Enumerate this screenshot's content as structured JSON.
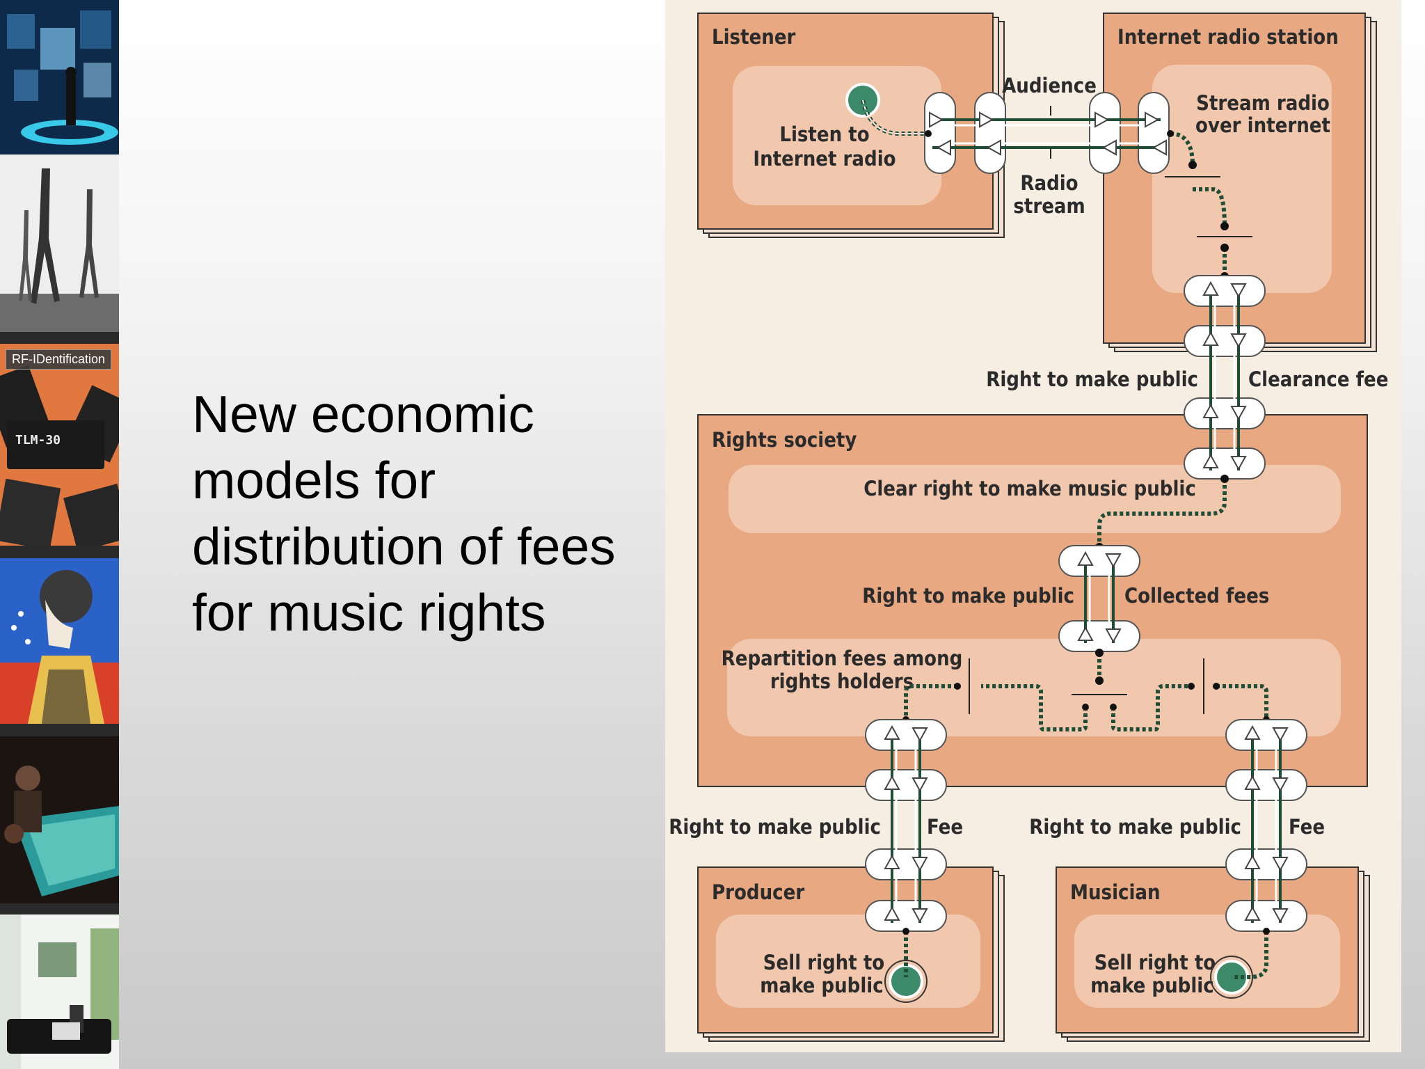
{
  "slide": {
    "title": "New economic models for distribution of fees for music rights"
  },
  "sidebar": {
    "thumbnails": [
      {
        "name": "virtual-screens-photo"
      },
      {
        "name": "walking-sculptures-photo"
      },
      {
        "name": "rfid-chips-photo",
        "label": "RF-IDentification",
        "chip_label": "TLM-30"
      },
      {
        "name": "cubist-portrait-painting"
      },
      {
        "name": "interactive-table-photo"
      },
      {
        "name": "living-room-photo"
      }
    ]
  },
  "diagram": {
    "listener": {
      "title": "Listener",
      "activity": [
        "Listen to",
        "Internet radio"
      ]
    },
    "station": {
      "title": "Internet radio station",
      "activity": [
        "Stream radio",
        "over internet"
      ]
    },
    "audience_label": "Audience",
    "radio_stream_label": [
      "Radio",
      "stream"
    ],
    "station_link": {
      "left_label": "Right to make public",
      "right_label": "Clearance fee"
    },
    "rights_society": {
      "title": "Rights society",
      "clear_activity": "Clear right to make music public",
      "inner_link": {
        "left_label": "Right to make public",
        "right_label": "Collected fees"
      },
      "repartition_activity": [
        "Repartition fees among",
        "rights holders"
      ]
    },
    "producer_link": {
      "left_label": "Right to make public",
      "right_label": "Fee"
    },
    "musician_link": {
      "left_label": "Right to make public",
      "right_label": "Fee"
    },
    "producer": {
      "title": "Producer",
      "activity": [
        "Sell right to",
        "make public"
      ]
    },
    "musician": {
      "title": "Musician",
      "activity": [
        "Sell right to",
        "make public"
      ]
    },
    "colors": {
      "role_box": "#e8a882",
      "activity_box": "#f1c8ad",
      "link_green": "#1f4d36",
      "start_dot": "#3d8a6a",
      "background": "#f6ede3"
    }
  }
}
